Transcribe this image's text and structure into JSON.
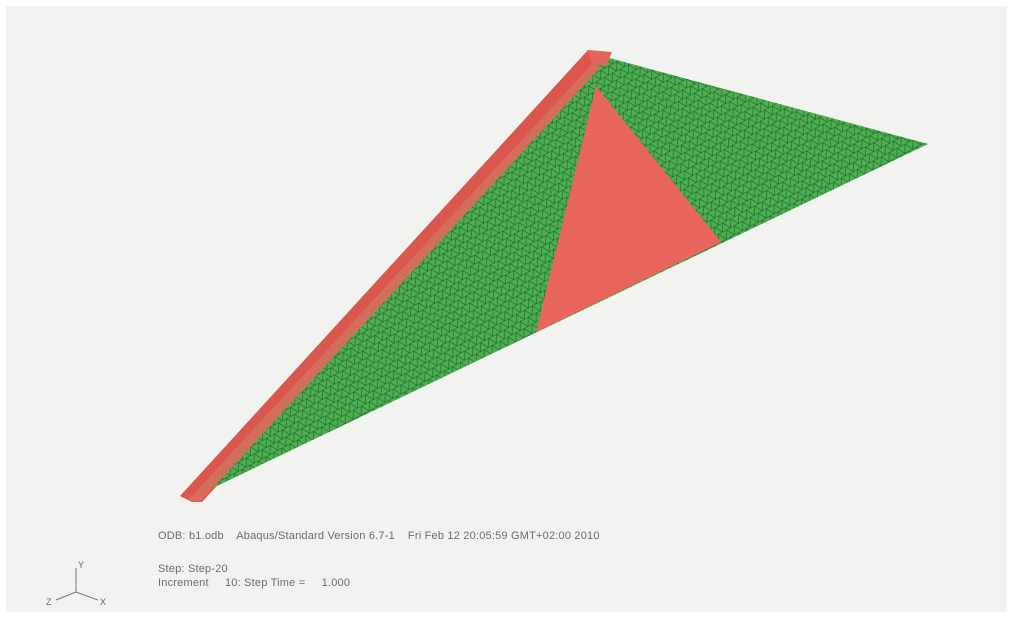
{
  "viewport": {
    "background": "#f2f2f0",
    "colors": {
      "mesh_green": "#4caf50",
      "mesh_lines": "#1f5a2a",
      "contact_red": "#e8665c",
      "rim_red": "#d9574d"
    }
  },
  "info": {
    "odb_line": "ODB: b1.odb    Abaqus/Standard Version 6.7-1    Fri Feb 12 20:05:59 GMT+02:00 2010",
    "step_line": "Step: Step-20",
    "increment_line": "Increment     10: Step Time =     1.000"
  },
  "triad": {
    "x_label": "X",
    "y_label": "Y",
    "z_label": "Z",
    "icon": "axis-triad-icon"
  }
}
